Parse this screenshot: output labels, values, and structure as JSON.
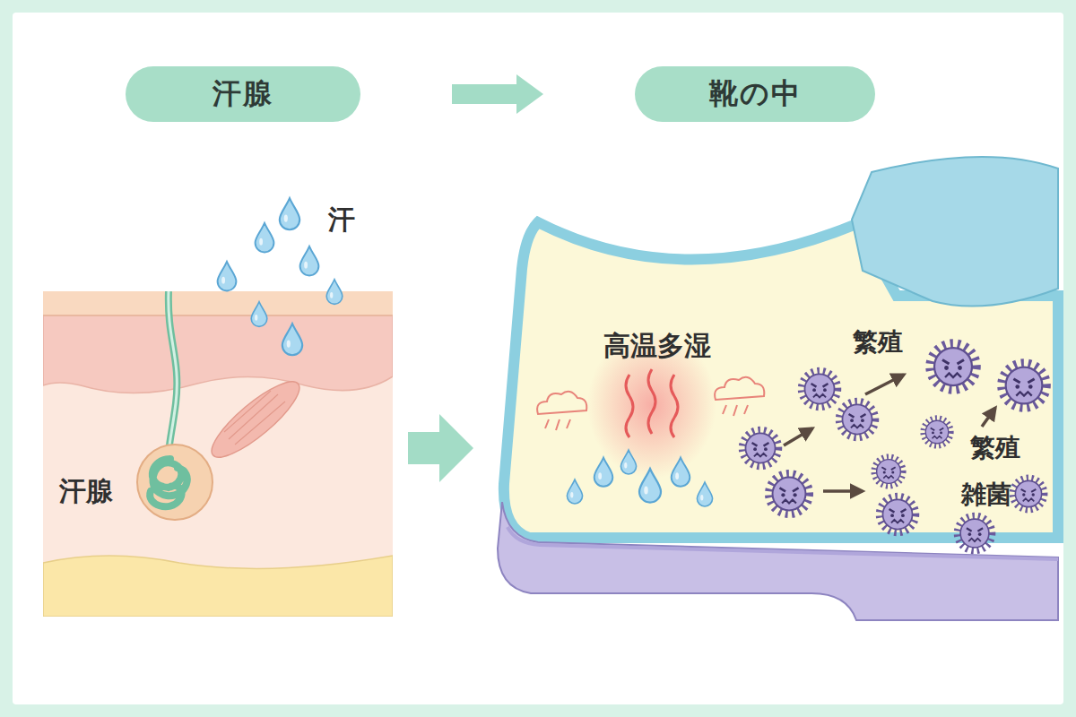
{
  "diagram": {
    "nodes": [
      {
        "text": [
          "汗腺"
        ]
      },
      {
        "text": [
          "靴の中"
        ]
      }
    ],
    "edges": [
      {
        "from": 0,
        "to": 1,
        "arrow": "to"
      }
    ],
    "labels": [
      "汗",
      "汗腺",
      "高温多湿",
      "繁殖",
      "繁殖",
      "雑菌"
    ]
  }
}
